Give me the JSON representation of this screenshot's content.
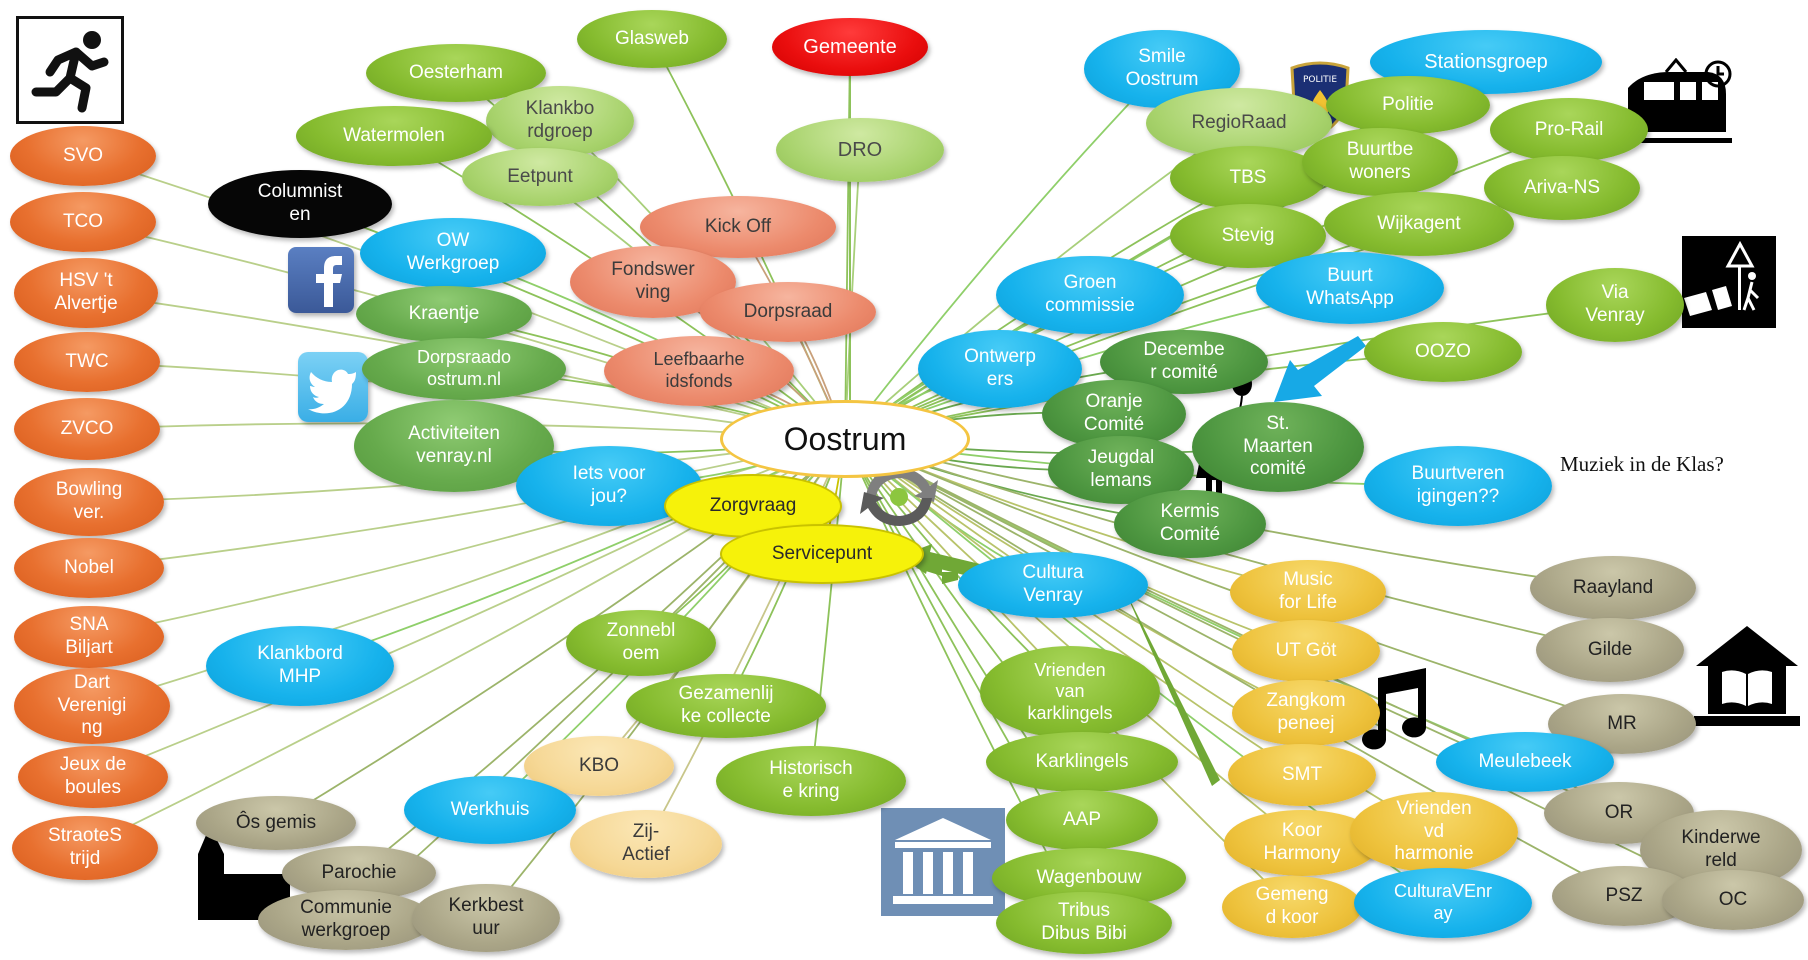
{
  "center": "Oostrum",
  "note": "Muziek in de Klas?",
  "nodes": [
    {
      "id": "gemeente",
      "label": "Gemeente",
      "color": "red"
    },
    {
      "id": "glasweb",
      "label": "Glasweb",
      "color": "green"
    },
    {
      "id": "oesterham",
      "label": "Oesterham",
      "color": "green"
    },
    {
      "id": "klankborgroep",
      "label": "Klankbo\nrdgroep",
      "color": "lgreen"
    },
    {
      "id": "watermolen",
      "label": "Watermolen",
      "color": "green"
    },
    {
      "id": "eetpunt",
      "label": "Eetpunt",
      "color": "lgreen"
    },
    {
      "id": "dro",
      "label": "DRO",
      "color": "lgreen"
    },
    {
      "id": "svo",
      "label": "SVO",
      "color": "orange"
    },
    {
      "id": "tco",
      "label": "TCO",
      "color": "orange"
    },
    {
      "id": "hsv",
      "label": "HSV 't\nAlvertje",
      "color": "orange"
    },
    {
      "id": "twc",
      "label": "TWC",
      "color": "orange"
    },
    {
      "id": "zvco",
      "label": "ZVCO",
      "color": "orange"
    },
    {
      "id": "bowling",
      "label": "Bowling\nver.",
      "color": "orange"
    },
    {
      "id": "nobel",
      "label": "Nobel",
      "color": "orange"
    },
    {
      "id": "sna",
      "label": "SNA\nBiljart",
      "color": "orange"
    },
    {
      "id": "dart",
      "label": "Dart\nVerenigi\nng",
      "color": "orange"
    },
    {
      "id": "jeux",
      "label": "Jeux de\nboules",
      "color": "orange"
    },
    {
      "id": "straotes",
      "label": "StraoteS\ntrijd",
      "color": "orange"
    },
    {
      "id": "columnisten",
      "label": "Columnist\nen",
      "color": "black"
    },
    {
      "id": "ow",
      "label": "OW\nWerkgroep",
      "color": "blue"
    },
    {
      "id": "kraentje",
      "label": "Kraentje",
      "color": "mgreen"
    },
    {
      "id": "dorpsraadsite",
      "label": "Dorpsraado\nostrum.nl",
      "color": "mgreen"
    },
    {
      "id": "activiteiten",
      "label": "Activiteiten\nvenray.nl",
      "color": "mgreen"
    },
    {
      "id": "kickoff",
      "label": "Kick Off",
      "color": "salmon"
    },
    {
      "id": "fondswerving",
      "label": "Fondswer\nving",
      "color": "salmon"
    },
    {
      "id": "dorpsraad",
      "label": "Dorpsraad",
      "color": "salmon"
    },
    {
      "id": "leefbaarheid",
      "label": "Leefbaarhe\nidsfonds",
      "color": "salmon"
    },
    {
      "id": "ietsvoorjou",
      "label": "Iets voor\njou?",
      "color": "blue"
    },
    {
      "id": "zorgvraag",
      "label": "Zorgvraag",
      "color": "yellow"
    },
    {
      "id": "servicepunt",
      "label": "Servicepunt",
      "color": "yellow"
    },
    {
      "id": "smile",
      "label": "Smile\nOostrum",
      "color": "blue"
    },
    {
      "id": "stationsgroep",
      "label": "Stationsgroep",
      "color": "blue"
    },
    {
      "id": "regioraad",
      "label": "RegioRaad",
      "color": "lgreen"
    },
    {
      "id": "politie",
      "label": "Politie",
      "color": "green"
    },
    {
      "id": "prorail",
      "label": "Pro-Rail",
      "color": "green"
    },
    {
      "id": "tbs",
      "label": "TBS",
      "color": "green"
    },
    {
      "id": "buurtbewoners",
      "label": "Buurtbe\nwoners",
      "color": "green"
    },
    {
      "id": "arivans",
      "label": "Ariva-NS",
      "color": "green"
    },
    {
      "id": "stevig",
      "label": "Stevig",
      "color": "green"
    },
    {
      "id": "wijkagent",
      "label": "Wijkagent",
      "color": "green"
    },
    {
      "id": "groencommissie",
      "label": "Groen\ncommissie",
      "color": "blue"
    },
    {
      "id": "buurtwhatsapp",
      "label": "Buurt\nWhatsApp",
      "color": "blue"
    },
    {
      "id": "viavenray",
      "label": "Via\nVenray",
      "color": "green"
    },
    {
      "id": "oozo",
      "label": "OOZO",
      "color": "green"
    },
    {
      "id": "ontwerpers",
      "label": "Ontwerp\ners",
      "color": "blue"
    },
    {
      "id": "decembercomite",
      "label": "Decembe\nr comité",
      "color": "dgreen"
    },
    {
      "id": "oranjecomite",
      "label": "Oranje\nComité",
      "color": "dgreen"
    },
    {
      "id": "stmaarten",
      "label": "St.\nMaarten\ncomité",
      "color": "dgreen"
    },
    {
      "id": "jeugdalemans",
      "label": "Jeugdal\nlemans",
      "color": "dgreen"
    },
    {
      "id": "kermiscomite",
      "label": "Kermis\nComité",
      "color": "dgreen"
    },
    {
      "id": "buurtverenigingen",
      "label": "Buurtveren\nigingen??",
      "color": "blue"
    },
    {
      "id": "culturavenray",
      "label": "Cultura\nVenray",
      "color": "blue"
    },
    {
      "id": "musicforlife",
      "label": "Music\nfor Life",
      "color": "gold"
    },
    {
      "id": "utgot",
      "label": "UT Göt",
      "color": "gold"
    },
    {
      "id": "zangkompeneej",
      "label": "Zangkom\npeneej",
      "color": "gold"
    },
    {
      "id": "smt",
      "label": "SMT",
      "color": "gold"
    },
    {
      "id": "koorharmony",
      "label": "Koor\nHarmony",
      "color": "gold"
    },
    {
      "id": "vriendenharmonie",
      "label": "Vrienden\nvd\nharmonie",
      "color": "gold"
    },
    {
      "id": "gemengdkoor",
      "label": "Gemeng\nd koor",
      "color": "gold"
    },
    {
      "id": "culturavenray2",
      "label": "CulturaVEnr\nay",
      "color": "blue"
    },
    {
      "id": "raayland",
      "label": "Raayland",
      "color": "olive"
    },
    {
      "id": "gilde",
      "label": "Gilde",
      "color": "olive"
    },
    {
      "id": "mr",
      "label": "MR",
      "color": "olive"
    },
    {
      "id": "meulebeek",
      "label": "Meulebeek",
      "color": "blue"
    },
    {
      "id": "or",
      "label": "OR",
      "color": "olive"
    },
    {
      "id": "kinderwereld",
      "label": "Kinderwe\nreld",
      "color": "olive"
    },
    {
      "id": "psz",
      "label": "PSZ",
      "color": "olive"
    },
    {
      "id": "oc",
      "label": "OC",
      "color": "olive"
    },
    {
      "id": "klankbordmhp",
      "label": "Klankbord\nMHP",
      "color": "blue"
    },
    {
      "id": "zonnebloem",
      "label": "Zonnebl\noem",
      "color": "green"
    },
    {
      "id": "gezamenlijke",
      "label": "Gezamenlij\nke collecte",
      "color": "green"
    },
    {
      "id": "kbo",
      "label": "KBO",
      "color": "lgold"
    },
    {
      "id": "historische",
      "label": "Historisch\ne kring",
      "color": "green"
    },
    {
      "id": "zijactief",
      "label": "Zij-\nActief",
      "color": "lgold"
    },
    {
      "id": "werkhuis",
      "label": "Werkhuis",
      "color": "blue"
    },
    {
      "id": "osgemis",
      "label": "Ôs gemis",
      "color": "olive"
    },
    {
      "id": "parochie",
      "label": "Parochie",
      "color": "olive"
    },
    {
      "id": "communie",
      "label": "Communie\nwerkgroep",
      "color": "olive"
    },
    {
      "id": "kerkbestuur",
      "label": "Kerkbest\nuur",
      "color": "olive"
    },
    {
      "id": "vriendenkarklingels",
      "label": "Vrienden\nvan\nkarklingels",
      "color": "green"
    },
    {
      "id": "karklingels",
      "label": "Karklingels",
      "color": "green"
    },
    {
      "id": "aap",
      "label": "AAP",
      "color": "green"
    },
    {
      "id": "wagenbouw",
      "label": "Wagenbouw",
      "color": "green"
    },
    {
      "id": "tribus",
      "label": "Tribus\nDibus Bibi",
      "color": "green"
    }
  ],
  "icons": [
    "running-person-icon",
    "facebook-icon",
    "twitter-icon",
    "police-badge-icon",
    "train-icon",
    "clock-icon",
    "pedestrian-crossing-icon",
    "balloon-child-icon",
    "arrow-icon",
    "refresh-logo-icon",
    "music-note-icon",
    "museum-icon",
    "church-icon",
    "school-building-icon"
  ]
}
